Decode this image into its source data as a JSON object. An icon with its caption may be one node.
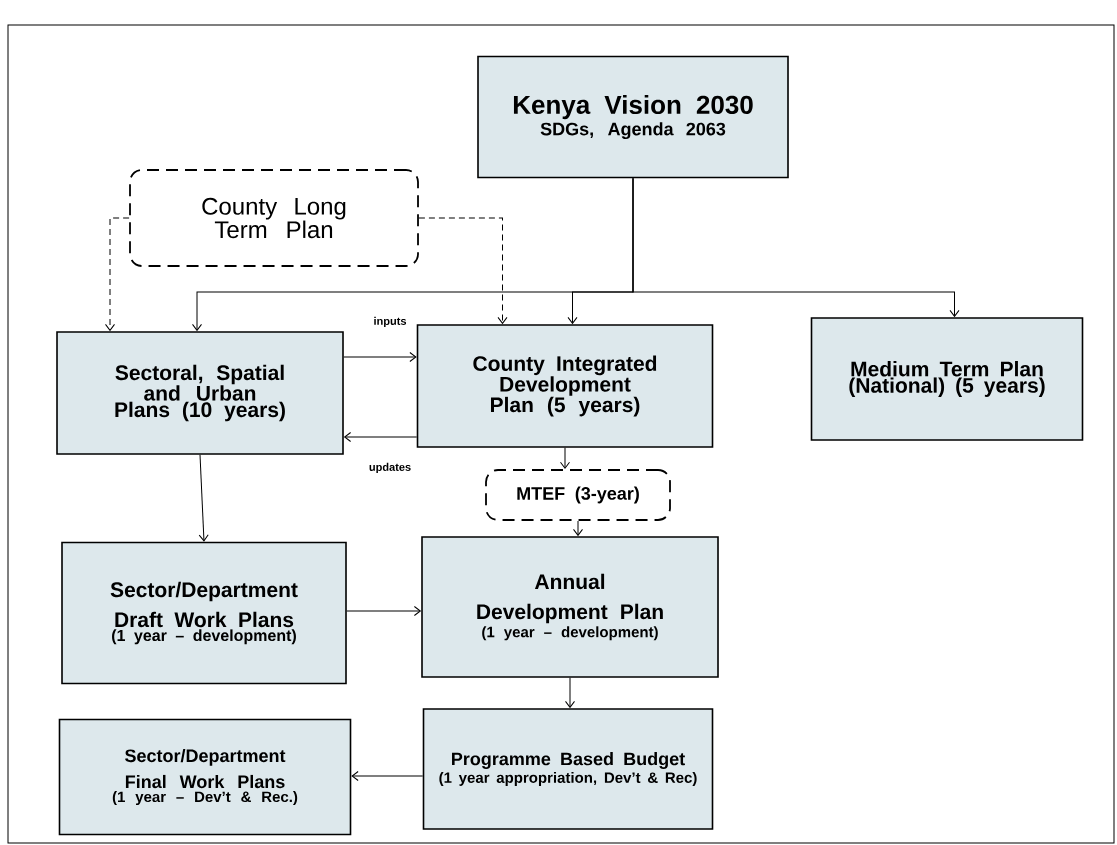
{
  "diagram": {
    "nodes": [
      {
        "text": [
          "Kenya Vision 2030",
          "SDGs, Agenda 2063"
        ]
      },
      {
        "text": [
          "County Long Term Plan"
        ]
      },
      {
        "text": [
          "Sectoral, Spatial and Urban Plans (10 years)"
        ]
      },
      {
        "text": [
          "County Integrated Development Plan (5 years)"
        ]
      },
      {
        "text": [
          "Medium Term Plan (National) (5 years)"
        ]
      },
      {
        "text": [
          "MTEF (3-year)"
        ]
      },
      {
        "text": [
          "Sector/Department Draft Work Plans",
          "(1 year – development)"
        ]
      },
      {
        "text": [
          "Annual Development Plan",
          "(1 year – development)"
        ]
      },
      {
        "text": [
          "Sector/Department Final Work Plans",
          "(1 year – Dev’t & Rec.)"
        ]
      },
      {
        "text": [
          "Programme Based Budget",
          "(1 year appropriation, Dev’t & Rec)"
        ]
      }
    ],
    "edges": [
      {
        "from": 0,
        "to": 2,
        "arrow": "to"
      },
      {
        "from": 0,
        "to": 3,
        "arrow": "to"
      },
      {
        "from": 0,
        "to": 4,
        "arrow": "to"
      },
      {
        "from": 1,
        "to": 2,
        "arrow": "to",
        "style": "dashed"
      },
      {
        "from": 1,
        "to": 3,
        "arrow": "to",
        "style": "dashed"
      },
      {
        "from": 2,
        "to": 3,
        "arrow": "to",
        "label": "inputs"
      },
      {
        "from": 3,
        "to": 2,
        "arrow": "to",
        "label": "updates"
      },
      {
        "from": 2,
        "to": 6,
        "arrow": "to"
      },
      {
        "from": 3,
        "to": 5,
        "arrow": "to"
      },
      {
        "from": 5,
        "to": 7,
        "arrow": "to"
      },
      {
        "from": 6,
        "to": 7,
        "arrow": "to"
      },
      {
        "from": 7,
        "to": 9,
        "arrow": "to"
      },
      {
        "from": 9,
        "to": 8,
        "arrow": "to"
      }
    ]
  }
}
